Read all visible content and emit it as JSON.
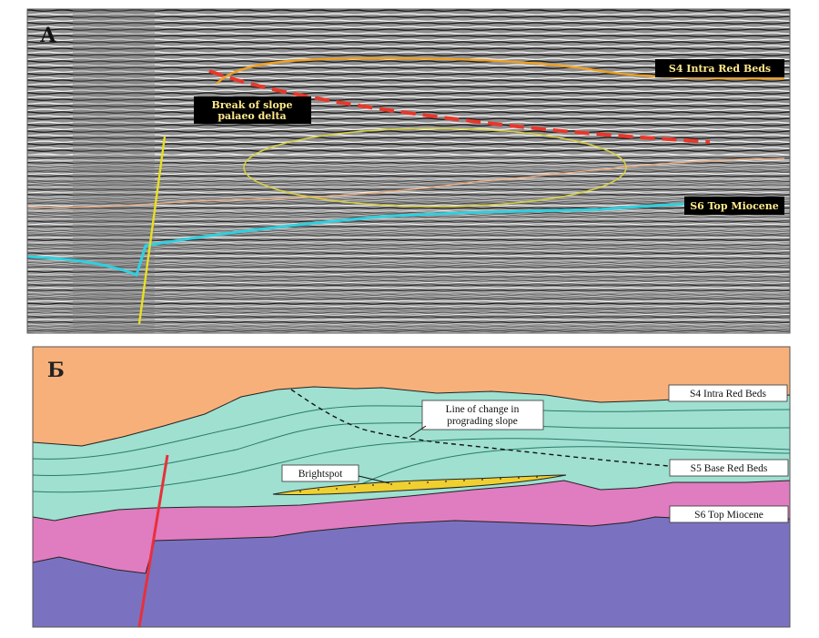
{
  "panel_a": {
    "letter": "А",
    "labels": {
      "intra_red_beds": "S4 Intra Red Beds",
      "break_of_slope_line1": "Break of slope",
      "break_of_slope_line2": "palaeo delta",
      "top_miocene": "S6 Top Miocene"
    }
  },
  "panel_b": {
    "letter": "Б",
    "labels": {
      "intra_red_beds": "S4 Intra Red Beds",
      "line_of_change_line1": "Line of change in",
      "line_of_change_line2": "prograding slope",
      "brightspot": "Brightspot",
      "base_red_beds": "S5 Base Red Beds",
      "top_miocene": "S6 Top Miocene"
    }
  },
  "colors": {
    "seismic_bg": "#8c8c8c",
    "orange_horizon": "#f0a020",
    "red_dashed": "#e8372a",
    "yellow_fault": "#e8e020",
    "cyan_horizon": "#2fd0e0",
    "thin_orange": "#f4b080",
    "ellipse": "#d8d040",
    "layer_orange": "#f8b07a",
    "layer_teal": "#9fe0d0",
    "layer_pink": "#e07cc0",
    "layer_purple": "#7a72c0",
    "fault_red": "#e8303a",
    "brightspot": "#f0d030"
  }
}
